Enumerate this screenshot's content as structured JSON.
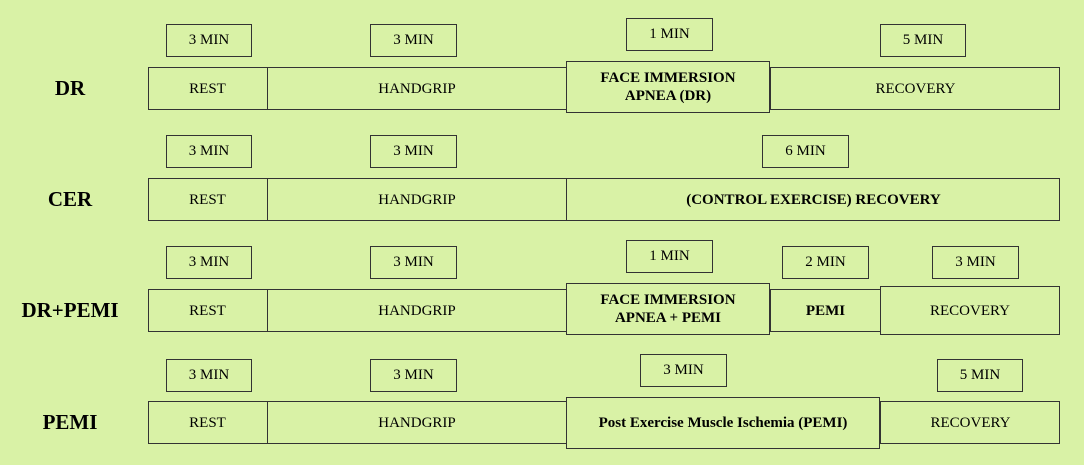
{
  "rows": [
    {
      "label": "DR",
      "segments": [
        {
          "text": "REST"
        },
        {
          "text": "HANDGRIP"
        },
        {
          "text": "FACE IMMERSION APNEA (DR)"
        },
        {
          "text": "RECOVERY"
        }
      ],
      "durations": [
        "3 MIN",
        "3 MIN",
        "1 MIN",
        "5 MIN"
      ]
    },
    {
      "label": "CER",
      "segments": [
        {
          "text": "REST"
        },
        {
          "text": "HANDGRIP"
        },
        {
          "text": "(CONTROL EXERCISE) RECOVERY"
        }
      ],
      "durations": [
        "3 MIN",
        "3 MIN",
        "6 MIN"
      ]
    },
    {
      "label": "DR+PEMI",
      "segments": [
        {
          "text": "REST"
        },
        {
          "text": "HANDGRIP"
        },
        {
          "text": "FACE IMMERSION APNEA + PEMI"
        },
        {
          "text": "PEMI"
        },
        {
          "text": "RECOVERY"
        }
      ],
      "durations": [
        "3 MIN",
        "3 MIN",
        "1 MIN",
        "2 MIN",
        "3 MIN"
      ]
    },
    {
      "label": "PEMI",
      "segments": [
        {
          "text": "REST"
        },
        {
          "text": "HANDGRIP"
        },
        {
          "text": "Post Exercise Muscle Ischemia (PEMI)"
        },
        {
          "text": "RECOVERY"
        }
      ],
      "durations": [
        "3 MIN",
        "3 MIN",
        "3 MIN",
        "5 MIN"
      ]
    }
  ]
}
